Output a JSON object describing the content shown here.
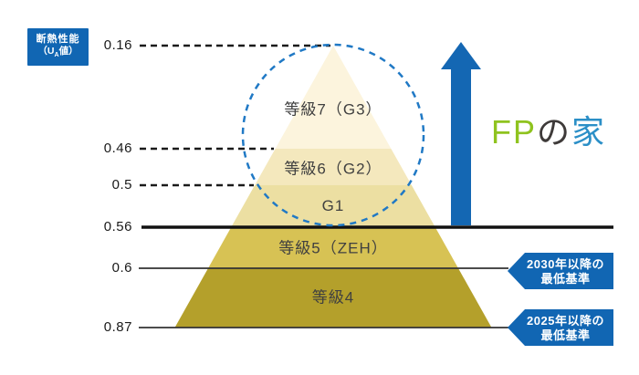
{
  "colors": {
    "primary_blue": "#1166b3",
    "arrow_blue": "#1467b3",
    "circle_blue": "#2079c5",
    "logo_green": "#8fc31f",
    "logo_dark": "#3e3a39",
    "logo_blue": "#2b8fc7"
  },
  "axis_badge": {
    "line1": "断熱性能",
    "line2_pre": "（U",
    "line2_sub": "A",
    "line2_post": "値）"
  },
  "axis": {
    "ticks": [
      {
        "label": "0.16"
      },
      {
        "label": "0.46"
      },
      {
        "label": "0.5"
      },
      {
        "label": "0.56"
      },
      {
        "label": "0.6"
      },
      {
        "label": "0.87"
      }
    ]
  },
  "pyramid": {
    "levels": [
      {
        "label": "等級7（G3）",
        "color": "#fcf4dd",
        "from": "0.16",
        "to": "0.46"
      },
      {
        "label": "等級6（G2）",
        "color": "#f4e8bd",
        "from": "0.46",
        "to": "0.5"
      },
      {
        "label": "G1",
        "color": "#ecdfa2",
        "from": "0.5",
        "to": "0.56"
      },
      {
        "label": "等級5（ZEH）",
        "color": "#d7c254",
        "from": "0.56",
        "to": "0.6"
      },
      {
        "label": "等級4",
        "color": "#b4a02b",
        "from": "0.6",
        "to": "0.87"
      }
    ]
  },
  "annotations": {
    "badge_2030": {
      "line1": "2030年以降の",
      "line2": "最低基準"
    },
    "badge_2025": {
      "line1": "2025年以降の",
      "line2": "最低基準"
    }
  },
  "logo": {
    "part1": "FP",
    "part2": "の",
    "part3": "家"
  }
}
